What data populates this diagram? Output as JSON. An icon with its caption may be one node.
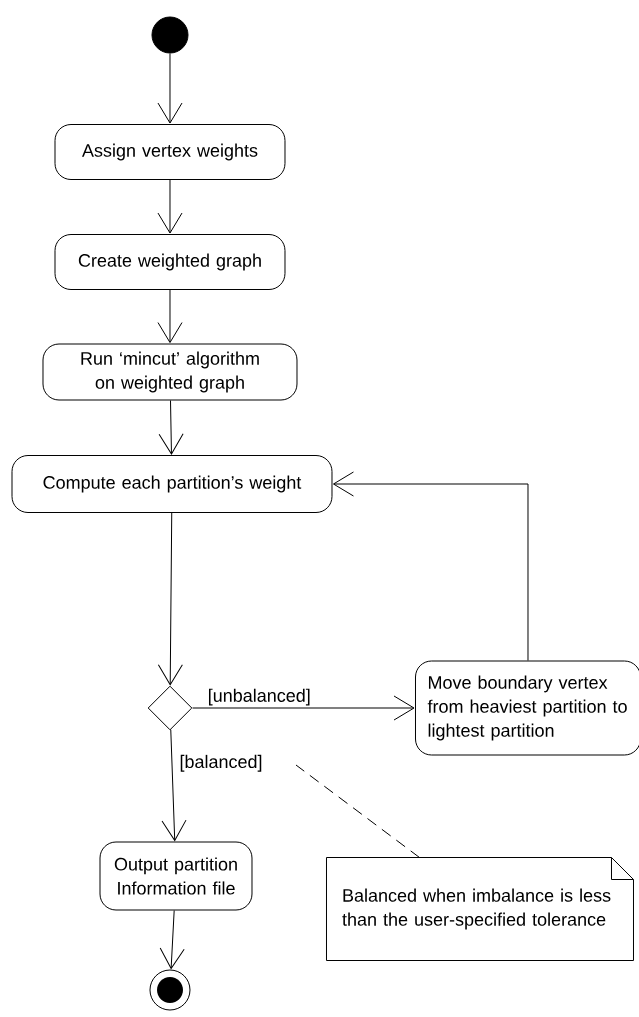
{
  "diagram": {
    "nodes": [
      {
        "text": [],
        "shape": "circle"
      },
      {
        "text": [
          "Assign vertex weights"
        ]
      },
      {
        "text": [
          "Create weighted graph"
        ]
      },
      {
        "text": [
          "Run ‘mincut’ algorithm on weighted graph"
        ]
      },
      {
        "text": [
          "Compute each partition’s weight"
        ]
      },
      {
        "text": [],
        "shape": "diamond"
      },
      {
        "text": [
          "Move boundary vertex from heaviest partition to lightest partition"
        ]
      },
      {
        "text": [
          "Output partition Information file"
        ]
      },
      {
        "text": [],
        "shape": "circle"
      },
      {
        "text": [
          "Balanced when imbalance is less than the user-specified tolerance"
        ]
      }
    ],
    "edges": [
      {
        "from": 0,
        "to": 1,
        "arrow": "to"
      },
      {
        "from": 1,
        "to": 2,
        "arrow": "to"
      },
      {
        "from": 2,
        "to": 3,
        "arrow": "to"
      },
      {
        "from": 3,
        "to": 4,
        "arrow": "to"
      },
      {
        "from": 4,
        "to": 5,
        "arrow": "to"
      },
      {
        "from": 5,
        "to": 6,
        "arrow": "to",
        "label": "[unbalanced]"
      },
      {
        "from": 6,
        "to": 4,
        "arrow": "to"
      },
      {
        "from": 5,
        "to": 7,
        "arrow": "to",
        "label": "[balanced]"
      },
      {
        "from": 7,
        "to": 8,
        "arrow": "to"
      },
      {
        "from": 9,
        "to": null,
        "arrow": "none",
        "style": "dashed"
      }
    ]
  }
}
